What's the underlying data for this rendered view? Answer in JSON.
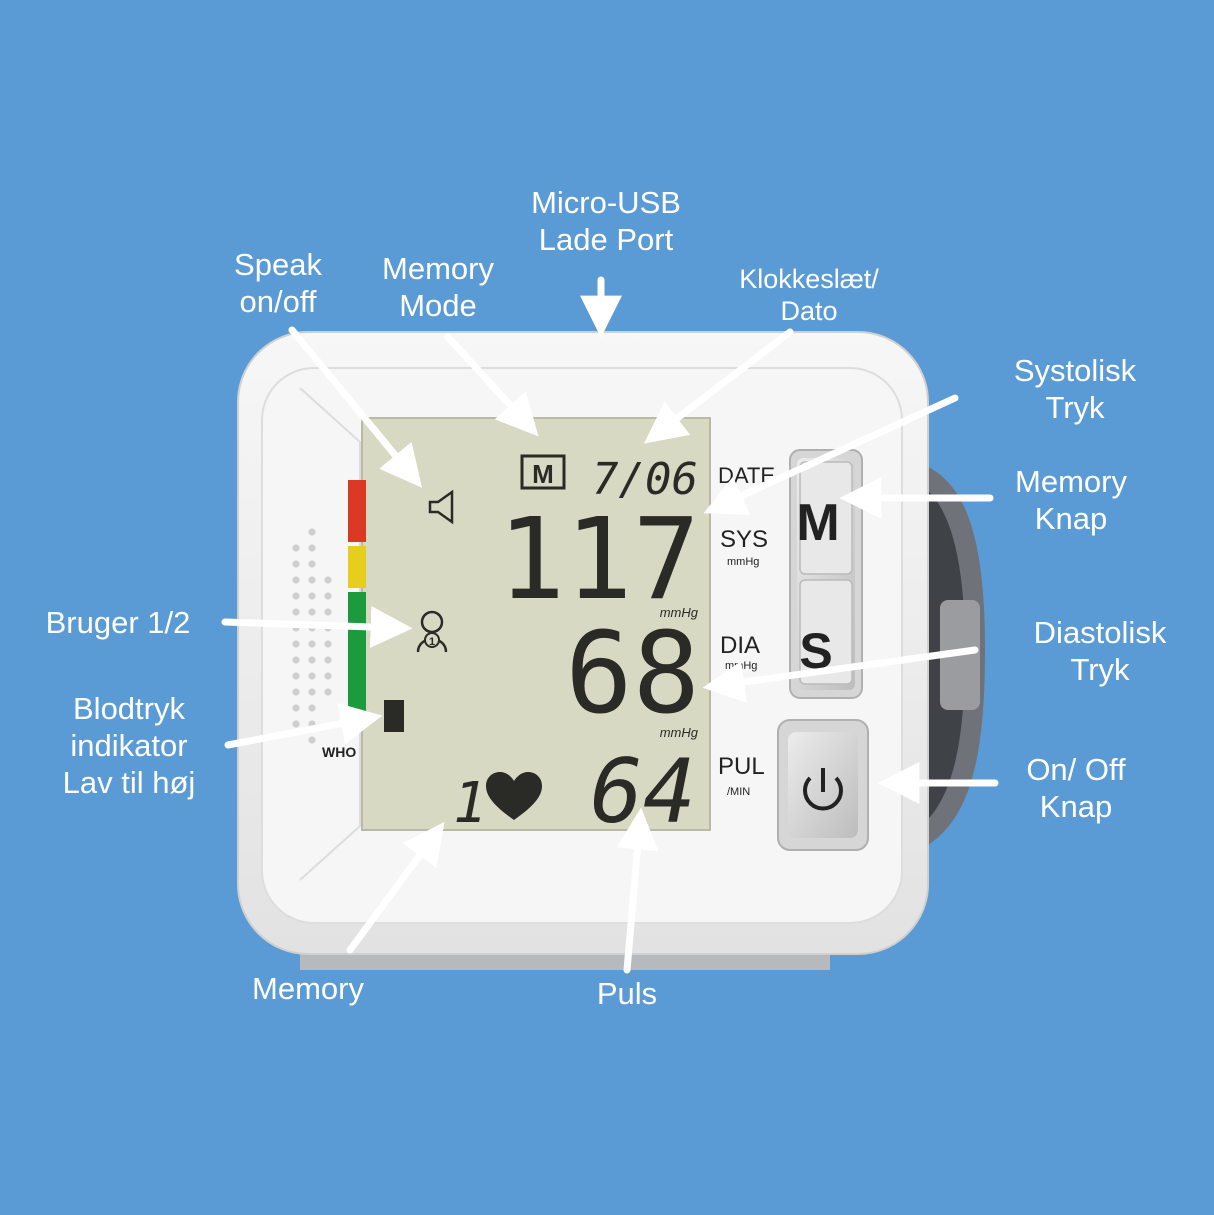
{
  "colors": {
    "background": "#5b9bd5",
    "label": "#ffffff",
    "device_body": "#f1f1f1",
    "lcd": "#d7d9c3",
    "lcd_segment": "#2a2a26",
    "indicator_red": "#d93a24",
    "indicator_yellow": "#e5cf1c",
    "indicator_green": "#1c9a3c",
    "cuff": "#6f7278"
  },
  "labels": {
    "micro_usb": "Micro-USB\nLade Port",
    "speak": "Speak\non/off",
    "memory_mode": "Memory\nMode",
    "clock_date": "Klokkeslæt/\nDato",
    "systolic": "Systolisk\nTryk",
    "memory_button": "Memory\nKnap",
    "user": "Bruger 1/2",
    "diastolic": "Diastolisk\nTryk",
    "bp_indicator": "Blodtryk\nindikator\nLav til høj",
    "on_off": "On/ Off\nKnap",
    "memory": "Memory",
    "pulse": "Puls"
  },
  "device": {
    "date_label": "DATE",
    "date_value": "7/06",
    "memory_mode_symbol": "M",
    "sys_label": "SYS",
    "sys_unit": "mmHg",
    "sys_value": "117",
    "dia_label": "DIA",
    "dia_unit": "mmHg",
    "dia_value": "68",
    "dia_small_unit": "mmHg",
    "pul_label": "PUL",
    "pul_unit": "/MIN",
    "pul_value": "64",
    "pul_small_unit": "mmHg",
    "memory_number": "1",
    "user_number": "1",
    "who_label": "WHO",
    "memory_button_label": "M",
    "set_button_label": "S"
  },
  "icons": {
    "speaker": "speaker-icon",
    "user": "user-icon",
    "heart": "heart-icon",
    "power": "power-icon"
  }
}
